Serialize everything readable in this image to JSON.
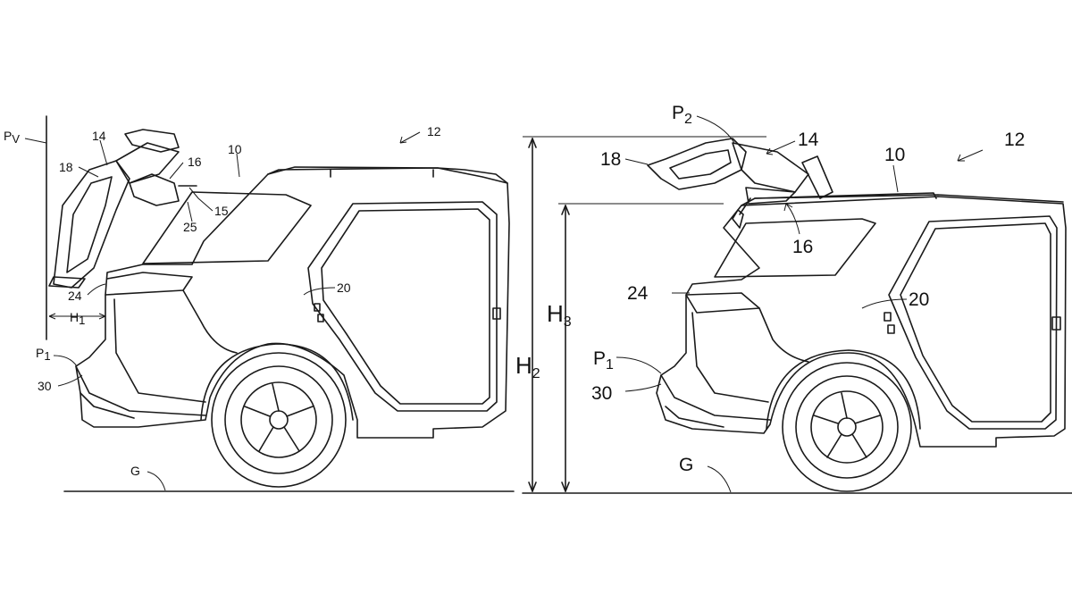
{
  "left_figure": {
    "labels": {
      "pv": "P",
      "pv_sub": "V",
      "l14": "14",
      "l16": "16",
      "l10": "10",
      "l12": "12",
      "l18": "18",
      "l15": "15",
      "l25": "25",
      "l24": "24",
      "l20": "20",
      "h1": "H",
      "h1_sub": "1",
      "p1": "P",
      "p1_sub": "1",
      "l30": "30",
      "g": "G"
    }
  },
  "right_figure": {
    "labels": {
      "p2": "P",
      "p2_sub": "2",
      "l14": "14",
      "l12": "12",
      "l18": "18",
      "l10": "10",
      "l16": "16",
      "h3": "H",
      "h3_sub": "3",
      "l24": "24",
      "l20": "20",
      "h2": "H",
      "h2_sub": "2",
      "p1": "P",
      "p1_sub": "1",
      "l30": "30",
      "g": "G"
    }
  }
}
